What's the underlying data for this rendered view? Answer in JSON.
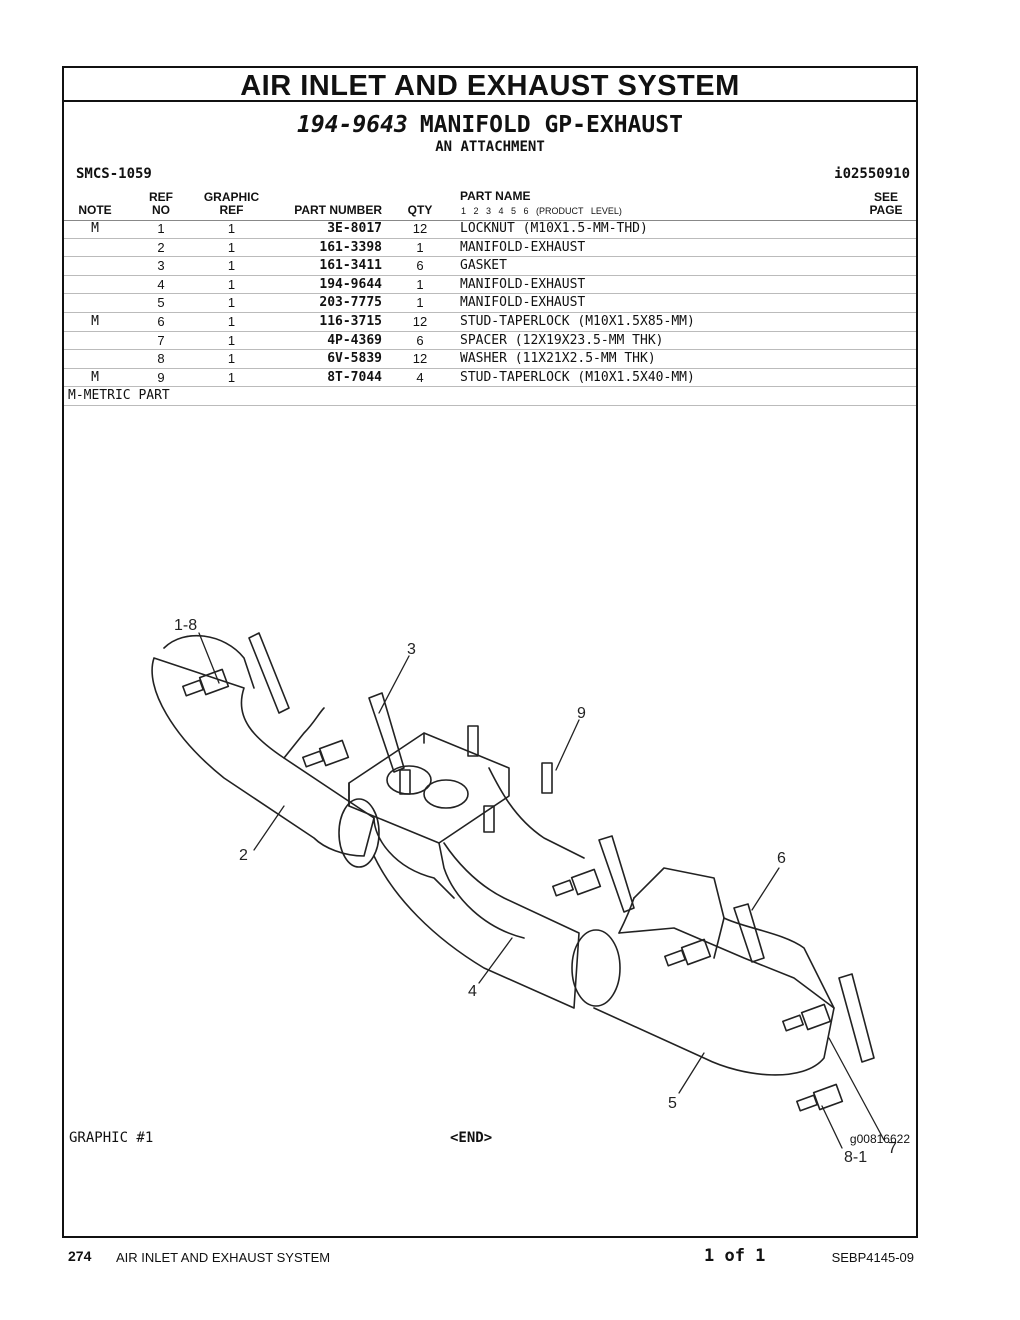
{
  "header": {
    "system_title": "AIR INLET AND EXHAUST SYSTEM",
    "group_part_number": "194-9643",
    "group_name": "MANIFOLD GP-EXHAUST",
    "subtitle": "AN ATTACHMENT",
    "smcs": "SMCS-1059",
    "doc_id": "i02550910"
  },
  "columns": {
    "note": "NOTE",
    "ref_no_1": "REF",
    "ref_no_2": "NO",
    "graphic_ref_1": "GRAPHIC",
    "graphic_ref_2": "REF",
    "part_number": "PART NUMBER",
    "qty": "QTY",
    "part_name": "PART NAME",
    "levels": "1 2 3 4 5 6 (PRODUCT LEVEL)",
    "see_page_1": "SEE",
    "see_page_2": "PAGE"
  },
  "parts": [
    {
      "note": "M",
      "ref": "1",
      "graphic": "1",
      "part_number": "3E-8017",
      "qty": "12",
      "name": "LOCKNUT (M10X1.5-MM-THD)"
    },
    {
      "note": "",
      "ref": "2",
      "graphic": "1",
      "part_number": "161-3398",
      "qty": "1",
      "name": "MANIFOLD-EXHAUST"
    },
    {
      "note": "",
      "ref": "3",
      "graphic": "1",
      "part_number": "161-3411",
      "qty": "6",
      "name": "GASKET"
    },
    {
      "note": "",
      "ref": "4",
      "graphic": "1",
      "part_number": "194-9644",
      "qty": "1",
      "name": "MANIFOLD-EXHAUST"
    },
    {
      "note": "",
      "ref": "5",
      "graphic": "1",
      "part_number": "203-7775",
      "qty": "1",
      "name": "MANIFOLD-EXHAUST"
    },
    {
      "note": "M",
      "ref": "6",
      "graphic": "1",
      "part_number": "116-3715",
      "qty": "12",
      "name": "STUD-TAPERLOCK (M10X1.5X85-MM)"
    },
    {
      "note": "",
      "ref": "7",
      "graphic": "1",
      "part_number": "4P-4369",
      "qty": "6",
      "name": "SPACER (12X19X23.5-MM THK)"
    },
    {
      "note": "",
      "ref": "8",
      "graphic": "1",
      "part_number": "6V-5839",
      "qty": "12",
      "name": "WASHER (11X21X2.5-MM THK)"
    },
    {
      "note": "M",
      "ref": "9",
      "graphic": "1",
      "part_number": "8T-7044",
      "qty": "4",
      "name": "STUD-TAPERLOCK (M10X1.5X40-MM)"
    }
  ],
  "footnote": "M-METRIC PART",
  "graphic": {
    "callouts": [
      "1-8",
      "3",
      "9",
      "2",
      "6",
      "4",
      "5",
      "7",
      "8-1"
    ],
    "label": "GRAPHIC #1",
    "end_marker": "<END>",
    "image_id": "g00816622"
  },
  "footer": {
    "page_number": "274",
    "section": "AIR INLET AND EXHAUST SYSTEM",
    "page_of": "1 of 1",
    "doc_number": "SEBP4145-09"
  }
}
